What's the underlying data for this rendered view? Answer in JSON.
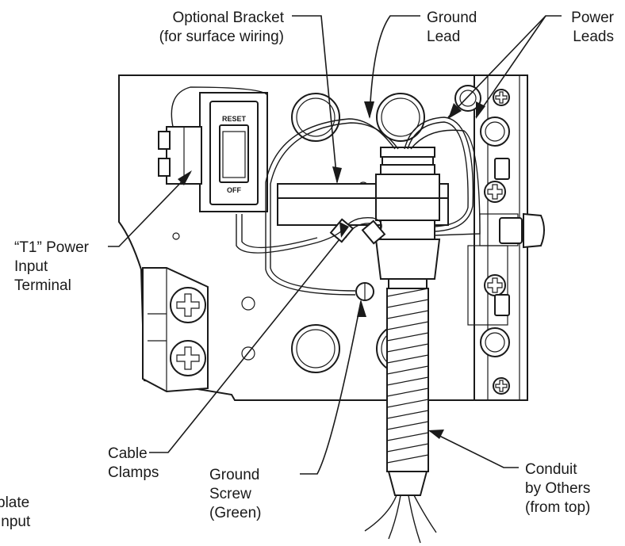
{
  "labels": {
    "optional_bracket": [
      "Optional Bracket",
      "(for surface wiring)"
    ],
    "ground_lead": [
      "Ground",
      "Lead"
    ],
    "power_leads": [
      "Power",
      "Leads"
    ],
    "t1_power_input": [
      "“T1” Power",
      "Input",
      "Terminal"
    ],
    "cable_clamps": [
      "Cable",
      "Clamps"
    ],
    "ground_screw": [
      "Ground",
      "Screw",
      "(Green)"
    ],
    "conduit": [
      "Conduit",
      "by Others",
      "(from top)"
    ],
    "cutoff_left": [
      "plate",
      "Input"
    ]
  },
  "switch": {
    "top_label": "RESET",
    "bottom_label": "OFF"
  },
  "icons": [
    "screw-icon",
    "knockout-icon",
    "conduit-icon",
    "switch-icon"
  ]
}
